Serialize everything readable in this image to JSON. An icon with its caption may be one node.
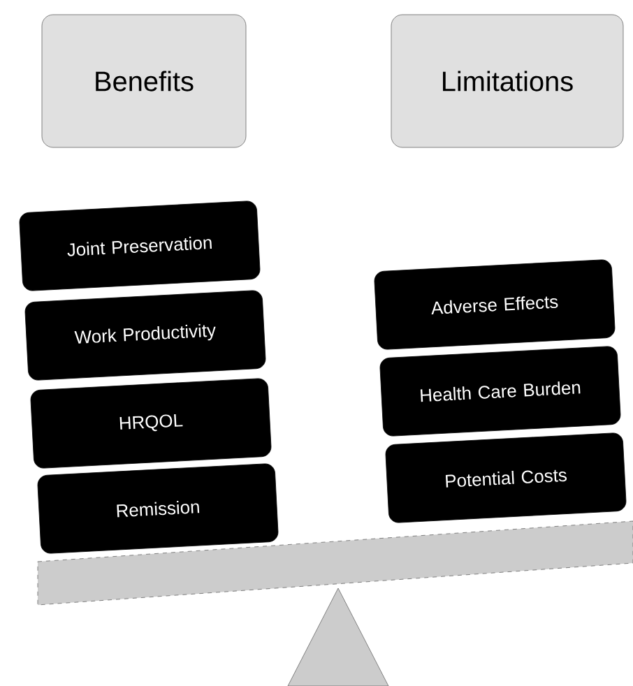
{
  "diagram": {
    "nodes": [
      {
        "text": [
          "Benefits"
        ]
      },
      {
        "text": [
          "Limitations"
        ]
      },
      {
        "text": [
          "Joint Preservation"
        ]
      },
      {
        "text": [
          "Work Productivity"
        ]
      },
      {
        "text": [
          "HRQOL"
        ]
      },
      {
        "text": [
          "Remission"
        ]
      },
      {
        "text": [
          "Adverse Effects"
        ]
      },
      {
        "text": [
          "Health Care Burden"
        ]
      },
      {
        "text": [
          "Potential Costs"
        ]
      }
    ]
  }
}
